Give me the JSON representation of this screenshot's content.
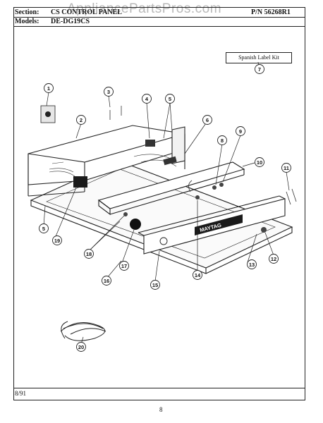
{
  "header": {
    "section_label": "Section:",
    "section_value": "CS CONTROL PANEL",
    "part_number": "P/N 56268R1",
    "models_label": "Models:",
    "models_value": "DE-DG19CS"
  },
  "watermark": "AppliancePartsPros.com",
  "kit_label": "Spanish Label Kit",
  "brand_plate": "MAYTAG",
  "callouts": [
    "1",
    "2",
    "3",
    "4",
    "5",
    "6",
    "7",
    "8",
    "9",
    "10",
    "11",
    "12",
    "13",
    "14",
    "15",
    "16",
    "17",
    "18",
    "19",
    "20",
    "5"
  ],
  "footer": {
    "date": "8/91",
    "page": "8"
  }
}
